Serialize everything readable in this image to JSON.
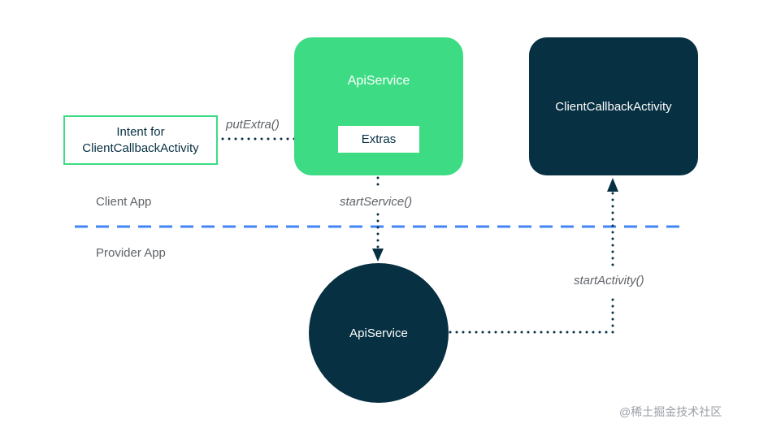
{
  "nodes": {
    "api_service_client": "ApiService",
    "extras": "Extras",
    "client_callback_activity": "ClientCallbackActivity",
    "intent_line1": "Intent for",
    "intent_line2": "ClientCallbackActivity",
    "api_service_provider": "ApiService"
  },
  "edges": {
    "put_extra": "putExtra()",
    "start_service": "startService()",
    "start_activity": "startActivity()"
  },
  "zones": {
    "client_app": "Client App",
    "provider_app": "Provider App"
  },
  "watermark": "@稀土掘金技术社区",
  "colors": {
    "green": "#3ddc84",
    "navy": "#073042",
    "divider_blue": "#4285f4",
    "text_gray": "#5f6368"
  }
}
